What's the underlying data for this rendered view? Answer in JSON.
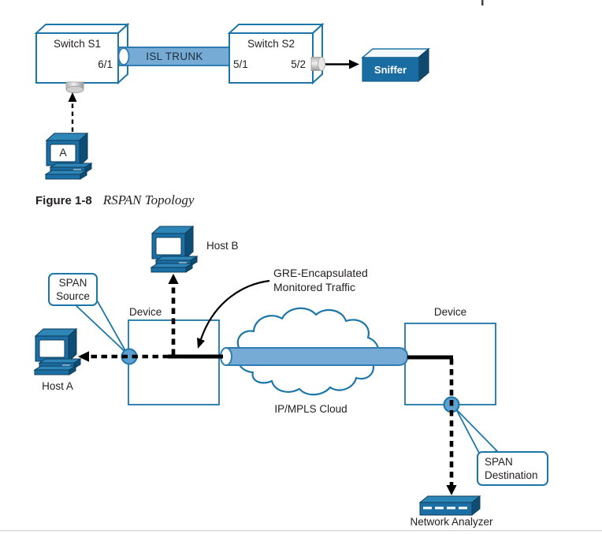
{
  "figure": {
    "label": "Figure 1-8",
    "title": "RSPAN Topology"
  },
  "rspan": {
    "switch1": {
      "name": "Switch S1",
      "port_bottom": "6/1"
    },
    "switch2": {
      "name": "Switch S2",
      "port_left": "5/1",
      "port_right": "5/2"
    },
    "trunk_label": "ISL TRUNK",
    "sniffer_label": "Sniffer",
    "host_letter": "A"
  },
  "erspan": {
    "host_b_label": "Host B",
    "host_a_label": "Host A",
    "device_left_label": "Device",
    "device_right_label": "Device",
    "span_source": {
      "line1": "SPAN",
      "line2": "Source"
    },
    "span_destination": {
      "line1": "SPAN",
      "line2": "Destination"
    },
    "gre_note": {
      "line1": "GRE-Encapsulated",
      "line2": "Monitored Traffic"
    },
    "cloud_label": "IP/MPLS Cloud",
    "analyzer_label": "Network Analyzer"
  },
  "icons": {
    "host": "computer-3d-icon",
    "sniffer": "box-3d-icon",
    "analyzer": "flat-device-3d-icon",
    "port": "cylinder-port-icon",
    "span_port": "circle-port-icon"
  },
  "colors": {
    "outline_blue": "#1d76a8",
    "device_fill_blue": "#1c6fa5",
    "pipe_fill_blue": "#76abd5",
    "port_circle_blue": "#5d9fce",
    "text_dark": "#242021"
  }
}
